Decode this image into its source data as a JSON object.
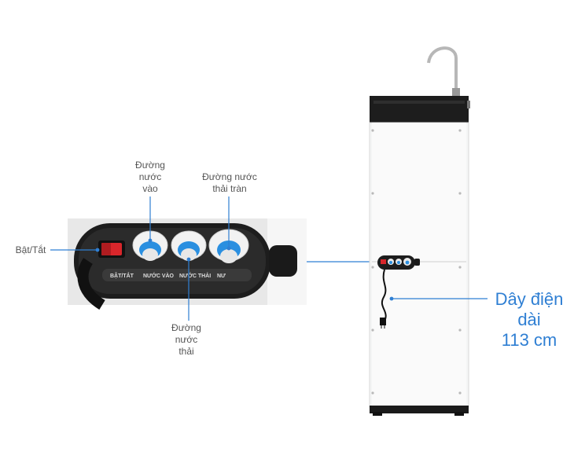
{
  "labels": {
    "power_switch": "Bật/Tắt",
    "inlet": "Đường\nnước\nvào",
    "overflow": "Đường nước\nthải tràn",
    "waste": "Đường\nnước\nthải",
    "cord": "Dây điện\ndài\n113 cm"
  },
  "panel_strip": [
    "BẬT/TẮT",
    "NƯỚC VÀO",
    "NƯỚC THẢI",
    "NƯ"
  ],
  "colors": {
    "accent_blue": "#2f7fd3",
    "switch_red": "#d8262b",
    "fitting_blue": "#2a8fe0"
  }
}
